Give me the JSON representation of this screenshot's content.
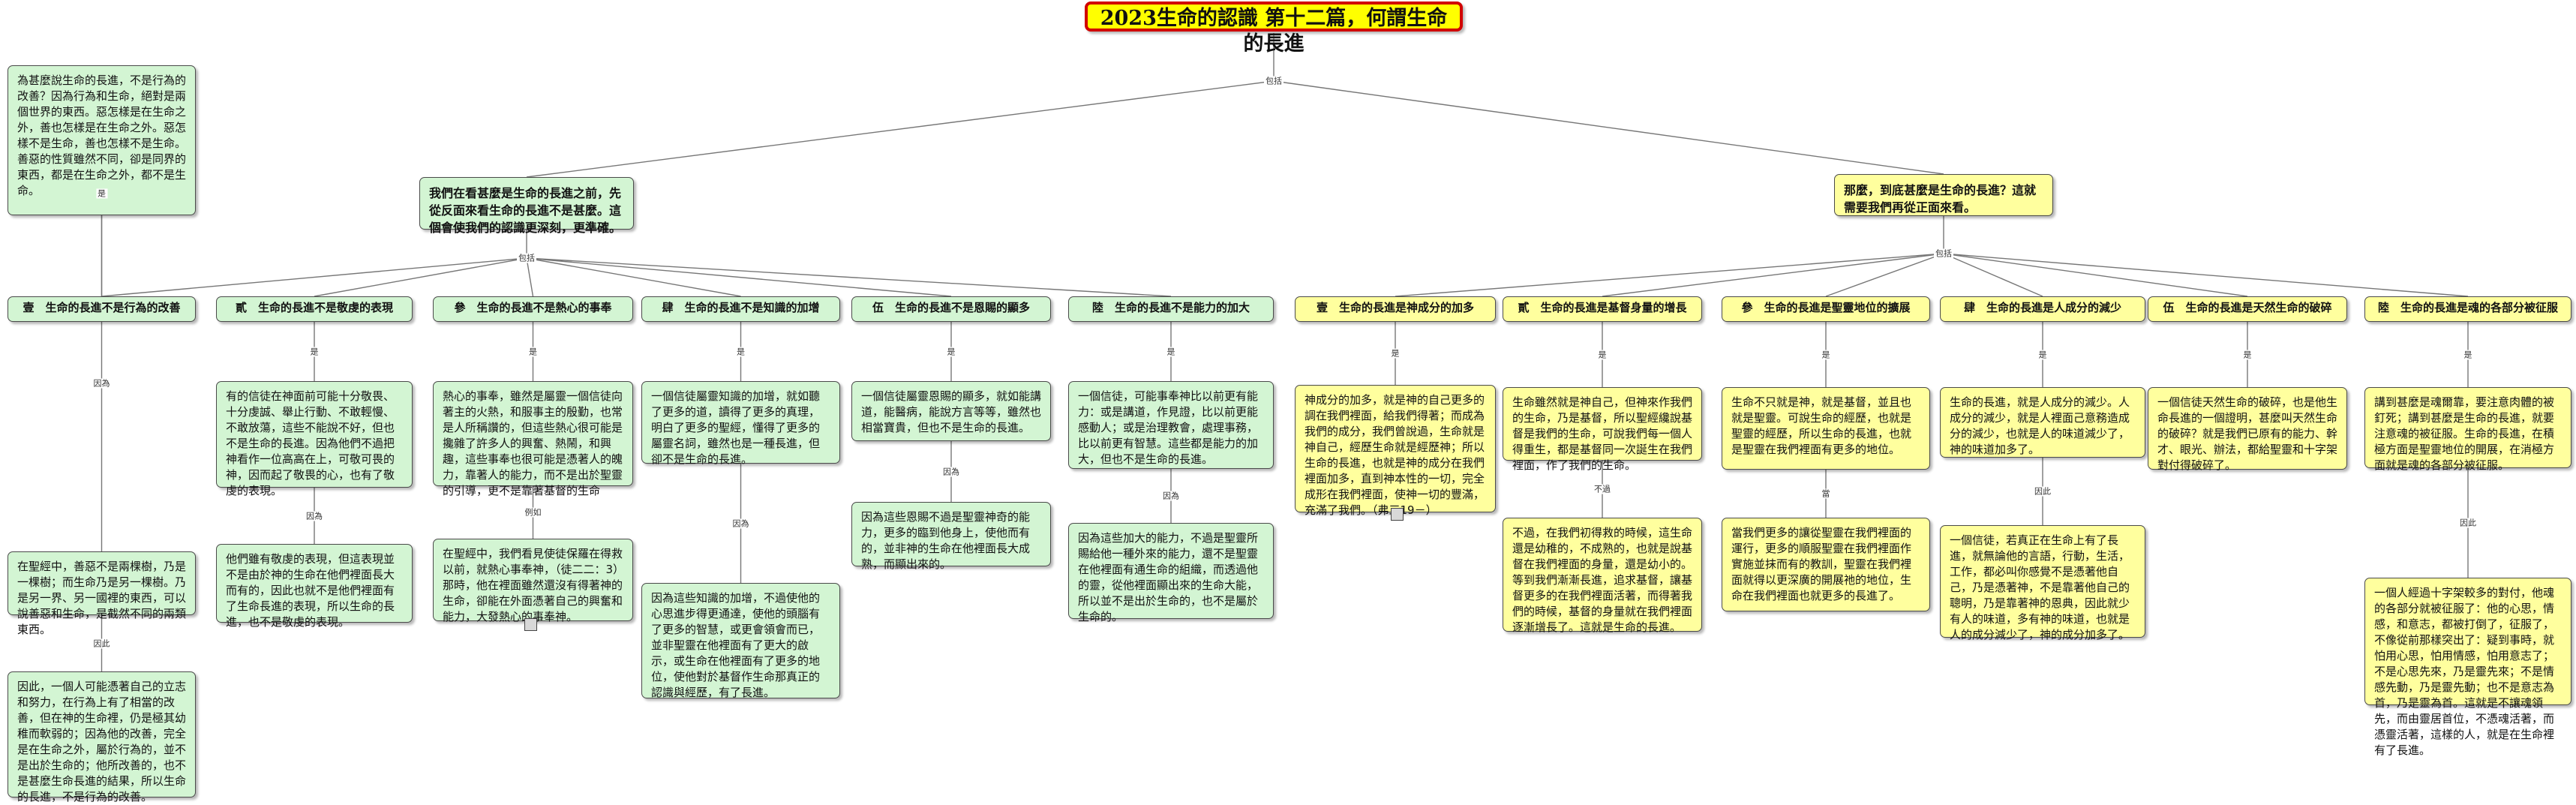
{
  "root": {
    "title": "2023生命的認識 第十二篇，何謂生命的長進"
  },
  "labels": {
    "root_edge": "包括",
    "left_edge": "包括",
    "right_edge": "包括",
    "to_be": "是",
    "because": "因為",
    "therefore": "因此",
    "for_example": "例如",
    "however": "不過",
    "when": "當"
  },
  "left": {
    "branch": "我們在看甚麼是生命的長進之前，先從反面來看生命的長進不是甚麼。這個會使我們的認識更深刻，更準確。",
    "topics": [
      {
        "title": "壹　生命的長進不是行為的改善",
        "n1": "為甚麼說生命的長進，不是行為的改善？因為行為和生命，絕對是兩個世界的東西。惡怎樣是在生命之外，善也怎樣是在生命之外。惡怎樣不是生命，善也怎樣不是生命。善惡的性質雖然不同，卻是同界的東西，都是在生命之外，都不是生命。",
        "n2": "在聖經中，善惡不是兩棵樹，乃是一棵樹；而生命乃是另一棵樹。乃是另一界、另一國裡的東西，可以說善惡和生命，是截然不同的兩類東西。",
        "n3": "因此，一個人可能憑著自己的立志和努力，在行為上有了相當的改善，但在神的生命裡，仍是極其幼稚而軟弱的；因為他的改善，完全是在生命之外，屬於行為的，並不是出於生命的；他所改善的，也不是甚麼生命長進的結果，所以生命的長進，不是行為的改善。"
      },
      {
        "title": "貳　生命的長進不是敬虔的表現",
        "n1": "有的信徒在神面前可能十分敬畏、十分虔誠、舉止行動、不敢輕慢、不敢放蕩，這些不能說不好，但也不是生命的長進。因為他們不過把神看作一位高高在上，可敬可畏的神，因而起了敬畏的心，也有了敬虔的表現。",
        "n2": "他們雖有敬虔的表現，但這表現並不是由於神的生命在他們裡面長大而有的，因此也就不是他們裡面有了生命長進的表現，所以生命的長進，也不是敬虔的表現。"
      },
      {
        "title": "參　生命的長進不是熱心的事奉",
        "n1": "熱心的事奉，雖然是屬靈一個信徒向著主的火熱，和服事主的殷勤，也常是人所稱讚的，但這些熱心很可能是攙雜了許多人的興奮、熱鬧，和興趣，這些事奉也很可能是憑著人的魄力，靠著人的能力，而不是出於聖靈的引導，更不是靠著基督的生命",
        "n2": "在聖經中，我們看見使徒保羅在得救以前，就熱心事奉神，（徒二二：3）那時，他在裡面雖然還沒有得著神的生命，卻能在外面憑著自己的興奮和能力，大發熱心的事奉神。"
      },
      {
        "title": "肆　生命的長進不是知識的加增",
        "n1": "一個信徒屬靈知識的加增，就如聽了更多的道，讀得了更多的真理，明白了更多的聖經，懂得了更多的屬靈名詞，雖然也是一種長進，但卻不是生命的長進。",
        "n2": "因為這些知識的加增，不過使他的心思進步得更通達，使他的頭腦有了更多的智慧，或更會領會而已，並非聖靈在他裡面有了更大的啟示，或生命在他裡面有了更多的地位，使他對於基督作生命那真正的認識與經歷，有了長進。"
      },
      {
        "title": "伍　生命的長進不是恩賜的顯多",
        "n1": "一個信徒屬靈恩賜的顯多，就如能講道，能醫病，能說方言等等，雖然也相當寶貴，但也不是生命的長進。",
        "n2": "因為這些恩賜不過是聖靈神奇的能力，更多的臨到他身上，使他而有的，並非神的生命在他裡面長大成熟，而顯出來的。"
      },
      {
        "title": "陸　生命的長進不是能力的加大",
        "n1": "一個信徒，可能事奉神比以前更有能力：或是講道，作見證，比以前更能感動人；或是治理教會，處理事務，比以前更有智慧。這些都是能力的加大，但也不是生命的長進。",
        "n2": "因為這些加大的能力，不過是聖靈所賜給他一種外來的能力，還不是聖靈在他裡面有通生命的組織，而透過他的靈，從他裡面顯出來的生命大能，所以並不是出於生命的，也不是屬於生命的。"
      }
    ]
  },
  "right": {
    "branch": "那麼，到底甚麼是生命的長進？這就需要我們再從正面來看。",
    "topics": [
      {
        "title": "壹　生命的長進是神成分的加多",
        "n1": "神成分的加多，就是神的自己更多的調在我們裡面，給我們得著；而成為我們的成分，我們曾說過，生命就是神自己，經歷生命就是經歷神；所以生命的長進，也就是神的成分在我們裡面加多，直到神本性的一切，完全成形在我們裡面，使神一切的豐滿，充滿了我們。（弗三19－）"
      },
      {
        "title": "貳　生命的長進是基督身量的增長",
        "n1": "生命雖然就是神自己，但神來作我們的生命，乃是基督，所以聖經纔說基督是我們的生命，可說我們每一個人得重生，都是基督同一次誕生在我們裡面，作了我們的生命。",
        "n2": "不過，在我們初得救的時候，這生命還是幼稚的，不成熟的，也就是說基督在我們裡面的身量，還是幼小的。等到我們漸漸長進，追求基督，讓基督更多的在我們裡面活著，而得著我們的時候，基督的身量就在我們裡面逐漸增長了。這就是生命的長進。"
      },
      {
        "title": "參　生命的長進是聖靈地位的擴展",
        "n1": "生命不只就是神，就是基督，並且也就是聖靈。可說生命的經歷，也就是聖靈的經歷，所以生命的長進，也就是聖靈在我們裡面有更多的地位。",
        "n2": "當我們更多的讓從聖靈在我們裡面的運行，更多的順服聖靈在我們裡面作實施並抹而有的教訓，聖靈在我們裡面就得以更深廣的開展祂的地位，生命在我們裡面也就更多的長進了。"
      },
      {
        "title": "肆　生命的長進是人成分的減少",
        "n1": "生命的長進，就是人成分的減少。人成分的減少，就是人裡面己意務造成分的減少，也就是人的味道減少了，神的味道加多了。",
        "n2": "一個信徒，若真正在生命上有了長進，就無論他的言語，行動，生活，工作，都必叫你感覺不是憑著他自己，乃是憑著神，不是靠著他自己的聰明，乃是靠著神的恩典，因此就少有人的味道，多有神的味道，也就是人的成分減少了，神的成分加多了。"
      },
      {
        "title": "伍　生命的長進是天然生命的破碎",
        "n1": "一個信徒天然生命的破碎，也是他生命長進的一個證明，甚麼叫天然生命的破碎？就是我們已原有的能力、幹才、眼光、辦法，都給聖靈和十字架對付得破碎了。"
      },
      {
        "title": "陸　生命的長進是魂的各部分被征服",
        "n1": "講到甚麼是魂爾靠，要注意肉體的被釘死；講到甚麼是生命的長進，就要注意魂的被征服。生命的長進，在積極方面是聖靈地位的開展，在消極方面就是魂的各部分被征服。",
        "n2": "一個人經過十字架較多的對付，他魂的各部分就被征服了：他的心思，情感，和意志，都被打倒了，征服了，不像從前那樣突出了：疑到事時，就怕用心思，怕用情感，怕用意志了；不是心思先來，乃是靈先來；不是情感先動，乃是靈先動；也不是意志為首，乃是靈為首。這就是不讓魂領先，而由靈居首位，不憑魂活著，而憑靈活著，這樣的人，就是在生命裡有了長進。"
      }
    ]
  }
}
